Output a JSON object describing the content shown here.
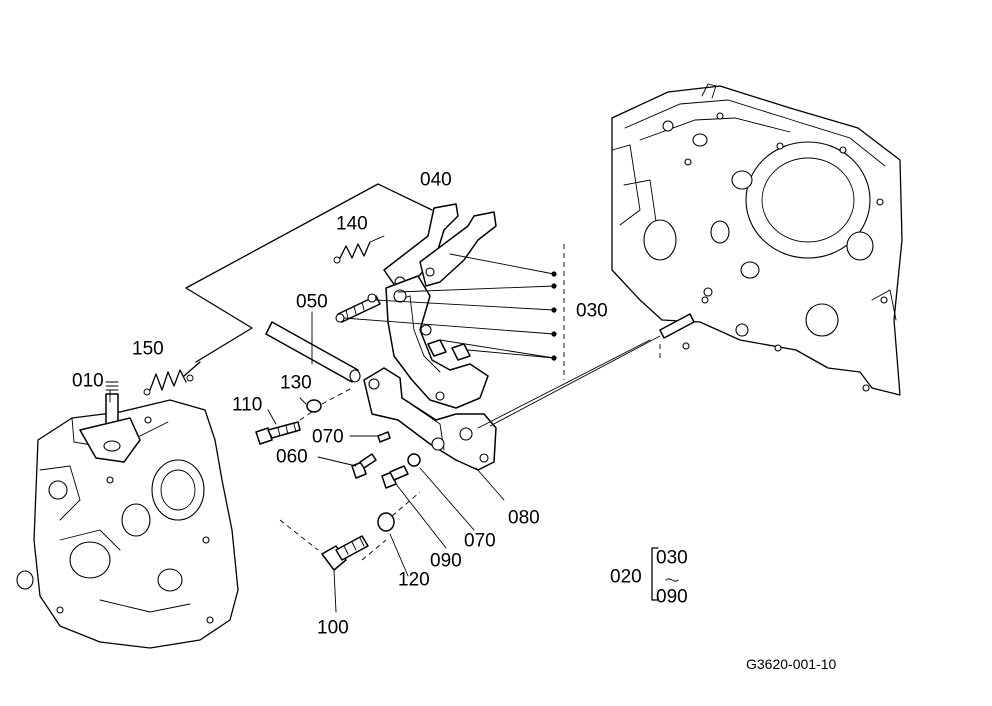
{
  "diagram": {
    "callouts": [
      "010",
      "040",
      "140",
      "050",
      "030",
      "150",
      "130",
      "110",
      "070",
      "060",
      "080",
      "070",
      "090",
      "120",
      "100"
    ],
    "legend": {
      "assembly": "020",
      "from": "030",
      "to": "090"
    },
    "drawing_code": "G3620-001-10"
  }
}
